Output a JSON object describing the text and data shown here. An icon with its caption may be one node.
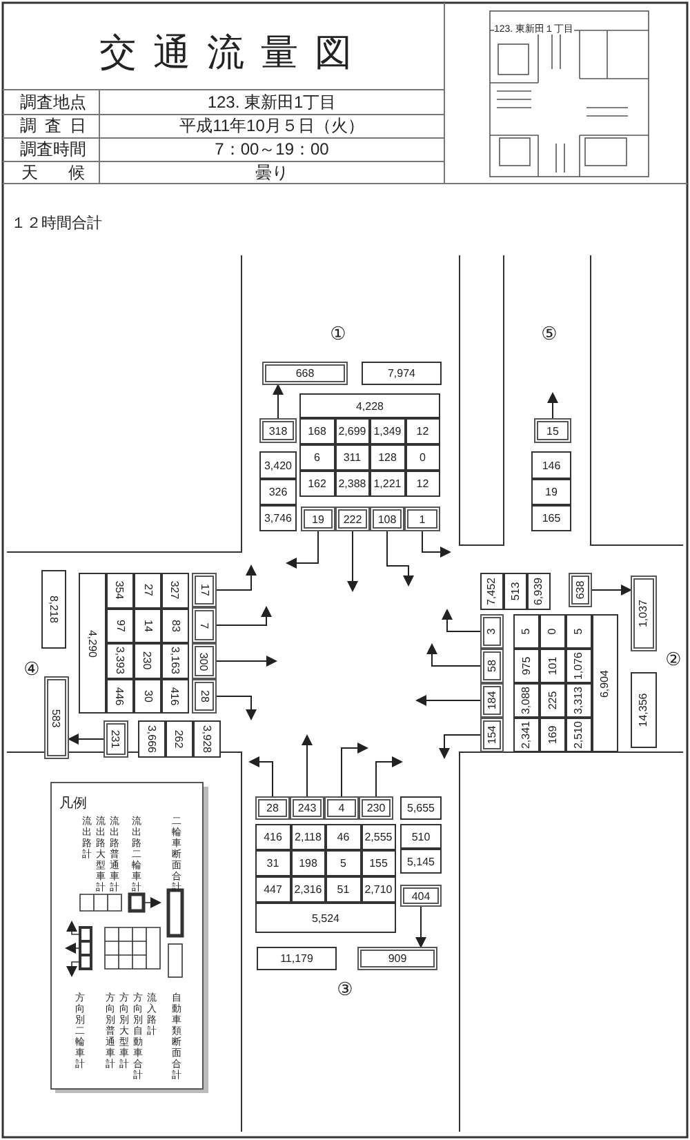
{
  "diagram": {
    "title": "交通流量図",
    "nodes": [
      {
        "text": [
          "668"
        ]
      },
      {
        "text": [
          "7,974"
        ]
      },
      {
        "text": [
          "318"
        ]
      },
      {
        "text": [
          "19"
        ]
      },
      {
        "text": [
          "222"
        ]
      },
      {
        "text": [
          "108"
        ]
      },
      {
        "text": [
          "1"
        ]
      },
      {
        "text": [
          "15"
        ]
      },
      {
        "text": [
          "8,218"
        ]
      },
      {
        "text": [
          "583"
        ]
      },
      {
        "text": [
          "17"
        ]
      },
      {
        "text": [
          "7"
        ]
      },
      {
        "text": [
          "300"
        ]
      },
      {
        "text": [
          "28"
        ]
      },
      {
        "text": [
          "231"
        ]
      },
      {
        "text": [
          "638"
        ]
      },
      {
        "text": [
          "1,037"
        ]
      },
      {
        "text": [
          "14,356"
        ]
      },
      {
        "text": [
          "3"
        ]
      },
      {
        "text": [
          "58"
        ]
      },
      {
        "text": [
          "184"
        ]
      },
      {
        "text": [
          "154"
        ]
      },
      {
        "text": [
          "28"
        ]
      },
      {
        "text": [
          "243"
        ]
      },
      {
        "text": [
          "4"
        ]
      },
      {
        "text": [
          "230"
        ]
      },
      {
        "text": [
          "404"
        ]
      },
      {
        "text": [
          "11,179"
        ]
      },
      {
        "text": [
          "909"
        ]
      }
    ],
    "edges": [
      {
        "from": 2,
        "to": 0,
        "arrow": "to"
      },
      {
        "from": 3,
        "to": null,
        "arrow": "to"
      },
      {
        "from": 4,
        "to": null,
        "arrow": "to"
      },
      {
        "from": 5,
        "to": null,
        "arrow": "to"
      },
      {
        "from": 6,
        "to": null,
        "arrow": "to"
      },
      {
        "from": 7,
        "to": null,
        "arrow": "to"
      },
      {
        "from": 10,
        "to": null,
        "arrow": "to"
      },
      {
        "from": 11,
        "to": null,
        "arrow": "to"
      },
      {
        "from": 12,
        "to": null,
        "arrow": "to"
      },
      {
        "from": 13,
        "to": null,
        "arrow": "to"
      },
      {
        "from": 14,
        "to": 9,
        "arrow": "to"
      },
      {
        "from": 15,
        "to": 16,
        "arrow": "to"
      },
      {
        "from": 18,
        "to": null,
        "arrow": "to"
      },
      {
        "from": 19,
        "to": null,
        "arrow": "to"
      },
      {
        "from": 20,
        "to": null,
        "arrow": "to"
      },
      {
        "from": 21,
        "to": null,
        "arrow": "to"
      },
      {
        "from": 22,
        "to": null,
        "arrow": "to"
      },
      {
        "from": 23,
        "to": null,
        "arrow": "to"
      },
      {
        "from": 24,
        "to": null,
        "arrow": "to"
      },
      {
        "from": 25,
        "to": null,
        "arrow": "to"
      },
      {
        "from": 26,
        "to": 28,
        "arrow": "to"
      }
    ],
    "labels": [
      "調査地点",
      "123. 東新田1丁目",
      "調査日",
      "平成11年10月５日（火）",
      "調査時間",
      "7：00～19：00",
      "天候",
      "曇り",
      "123. 東新田１丁目",
      "１２時間合計",
      "①",
      "⑤",
      "4,228",
      "168",
      "2,699",
      "1,349",
      "12",
      "6",
      "311",
      "128",
      "0",
      "162",
      "2,388",
      "1,221",
      "12",
      "3,420",
      "326",
      "3,746",
      "146",
      "19",
      "165",
      "4,290",
      "354",
      "27",
      "327",
      "97",
      "14",
      "83",
      "3,393",
      "230",
      "3,163",
      "446",
      "30",
      "416",
      "④",
      "3,666",
      "262",
      "3,928",
      "7,452",
      "513",
      "6,939",
      "②",
      "5",
      "0",
      "5",
      "975",
      "101",
      "1,076",
      "3,088",
      "225",
      "3,313",
      "2,341",
      "169",
      "2,510",
      "6,904",
      "5,655",
      "510",
      "5,145",
      "416",
      "2,118",
      "46",
      "2,555",
      "31",
      "198",
      "5",
      "155",
      "447",
      "2,316",
      "51",
      "2,710",
      "5,524",
      "③",
      "凡例"
    ],
    "legend": [
      {
        "text": "流出路計"
      },
      {
        "text": "流出路大型車計"
      },
      {
        "text": "流出路普通車計"
      },
      {
        "text": "流出路二輪車計"
      },
      {
        "text": "二輪車断面合計"
      },
      {
        "text": "方向別二輪車計"
      },
      {
        "text": "方向別普通車計"
      },
      {
        "text": "方向別大型車計"
      },
      {
        "text": "方向別自動車合計"
      },
      {
        "text": "流入路計"
      },
      {
        "text": "自動車類断面合計"
      }
    ]
  }
}
